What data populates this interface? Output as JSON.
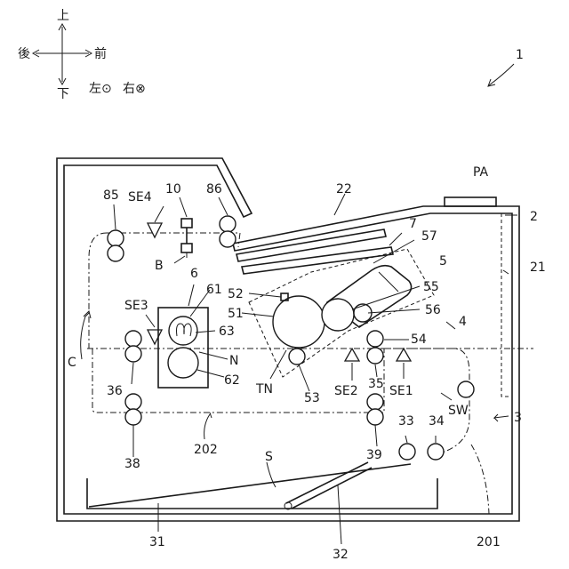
{
  "orientation": {
    "up": "上",
    "down": "下",
    "back": "後",
    "front": "前",
    "left": "左⊙",
    "right": "右⊗"
  },
  "labels": {
    "device": "1",
    "pa": "PA",
    "se4": "SE4",
    "n10": "10",
    "n85": "85",
    "n86": "86",
    "n22": "22",
    "n2": "2",
    "n7": "7",
    "n57": "57",
    "n21": "21",
    "b": "B",
    "n5": "5",
    "n6": "6",
    "n61": "61",
    "n52": "52",
    "n55": "55",
    "n51": "51",
    "n56": "56",
    "se3": "SE3",
    "n4": "4",
    "n63": "63",
    "n54": "54",
    "c": "C",
    "n": "N",
    "n36": "36",
    "n62": "62",
    "tn": "TN",
    "n53": "53",
    "se2": "SE2",
    "n35": "35",
    "se1": "SE1",
    "sw": "SW",
    "n3": "3",
    "n38": "38",
    "n33": "33",
    "n34": "34",
    "n202": "202",
    "n39": "39",
    "s": "S",
    "n31": "31",
    "n32": "32",
    "n201": "201"
  }
}
